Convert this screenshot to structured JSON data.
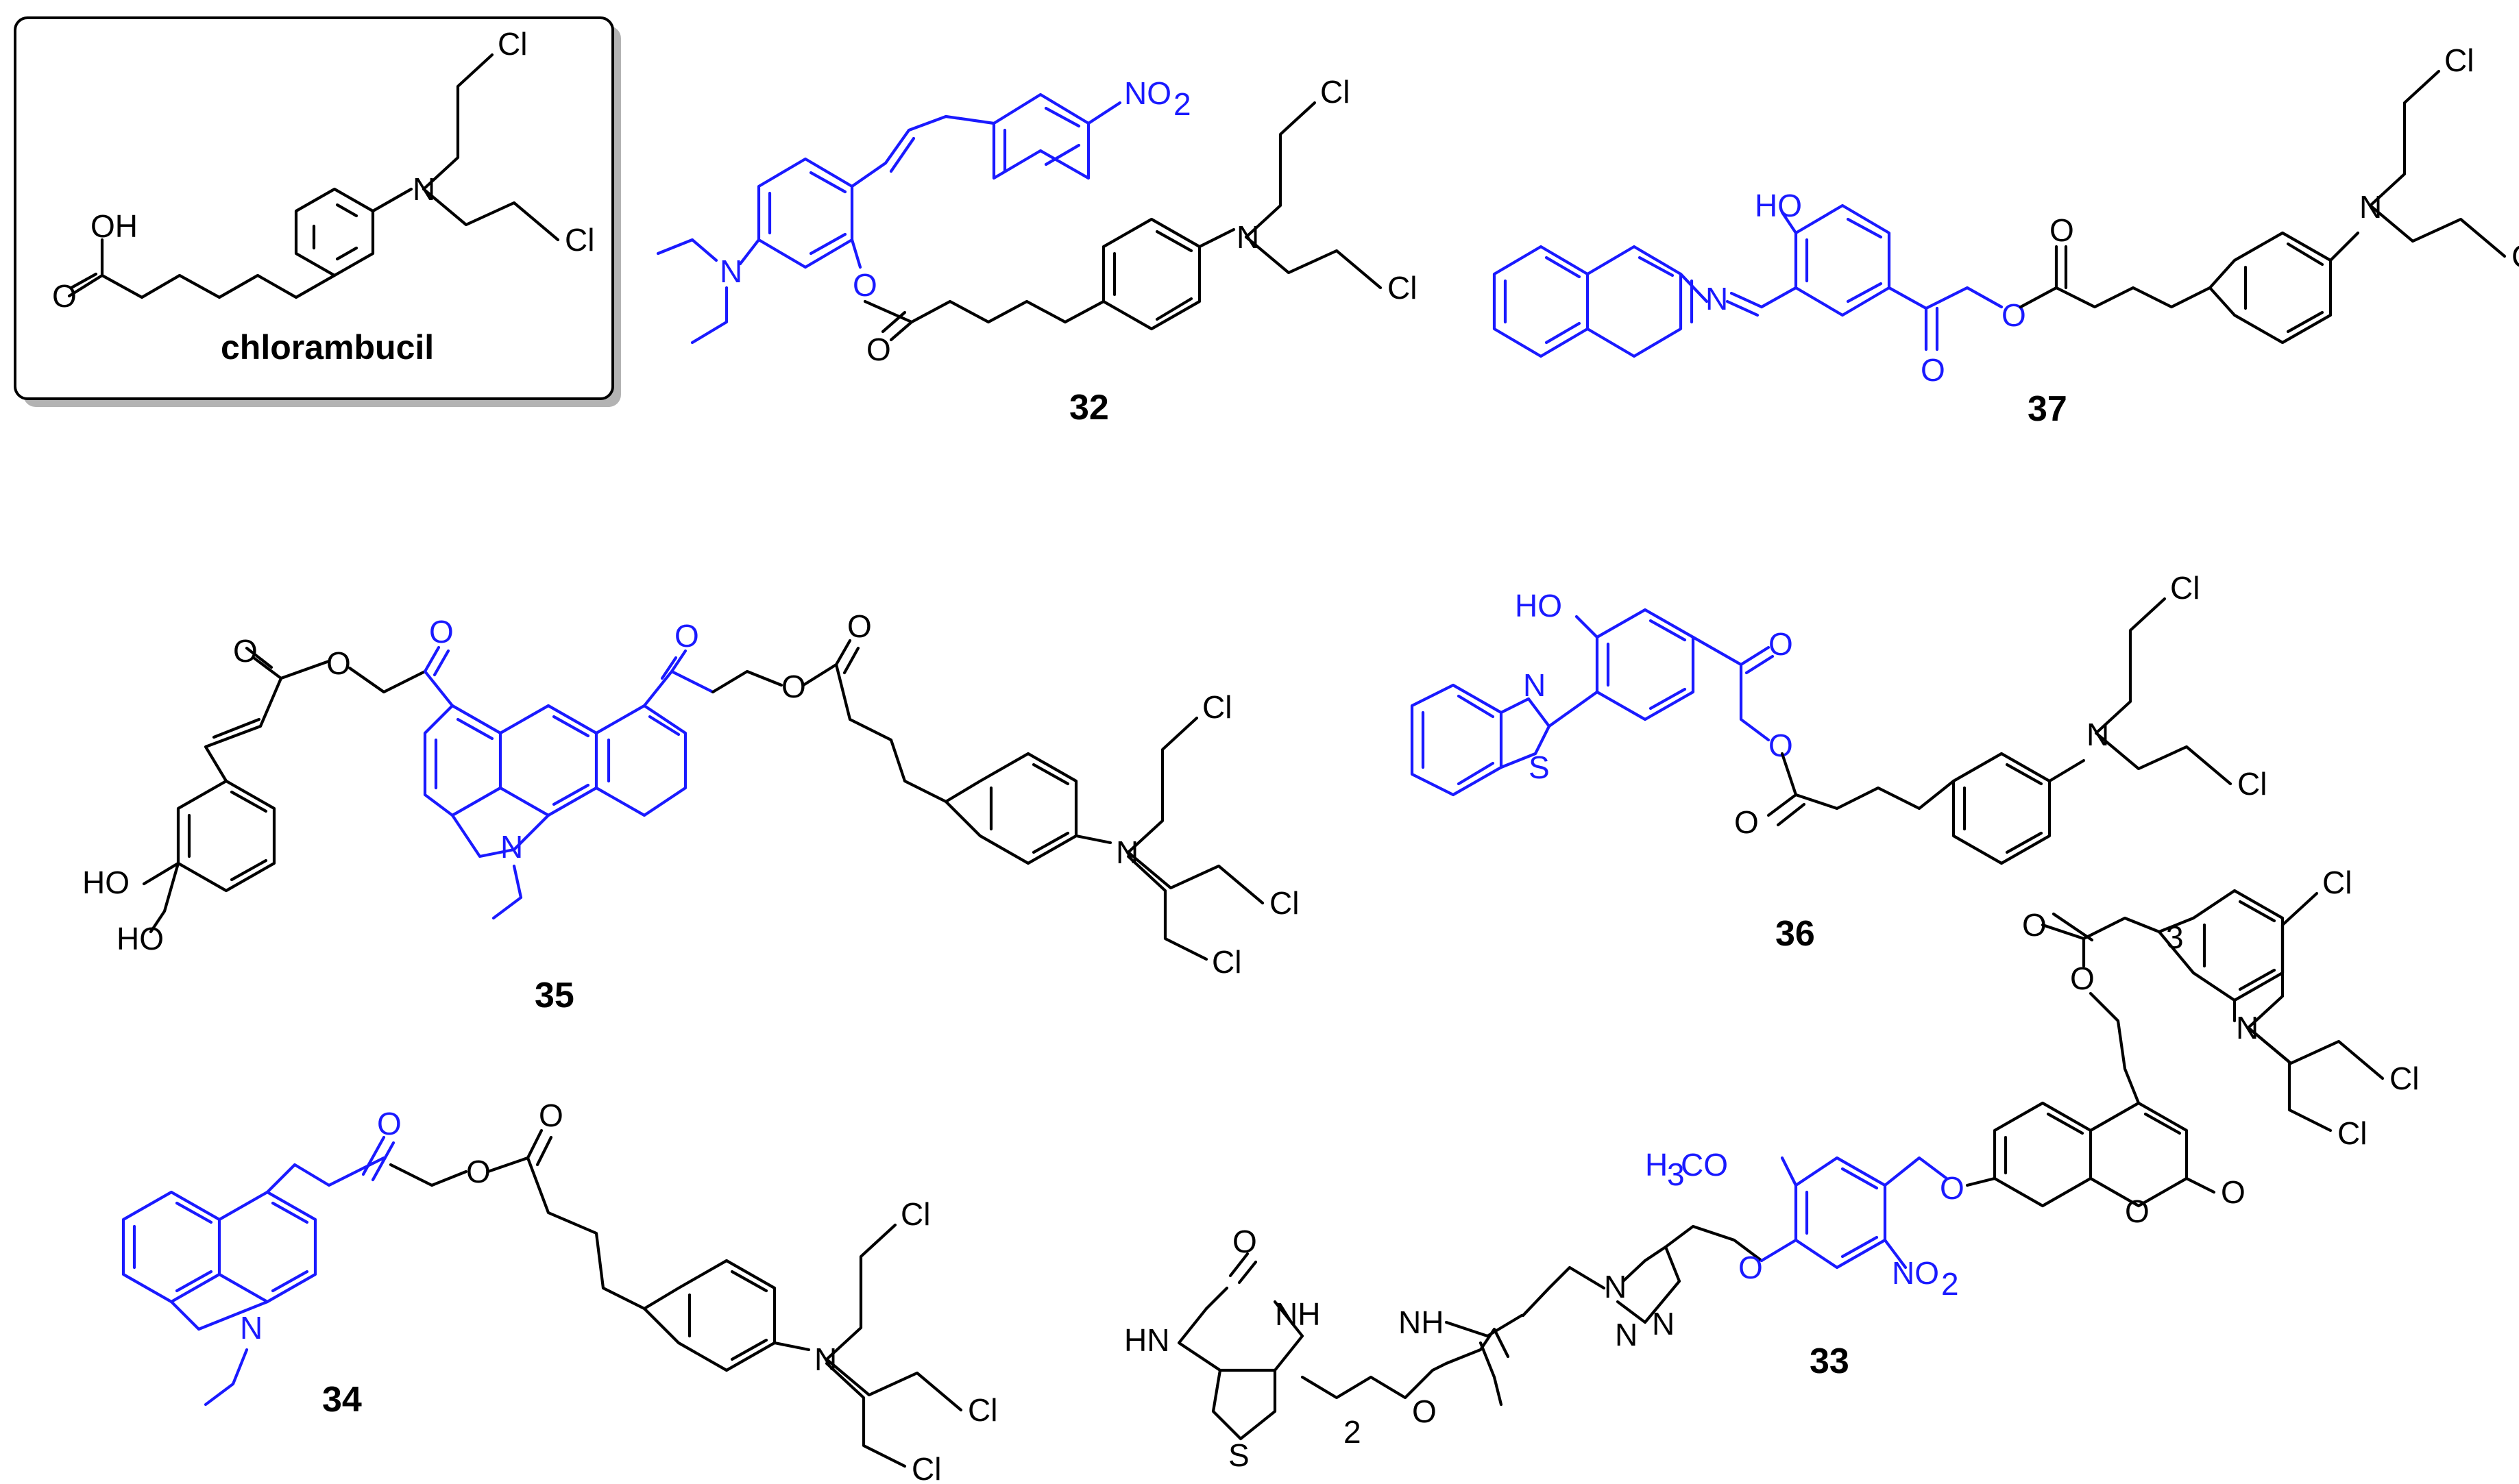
{
  "labels": {
    "chlorambucil": "chlorambucil",
    "c32": "32",
    "c33": "33",
    "c34": "34",
    "c35": "35",
    "c36": "36",
    "c37": "37"
  },
  "atoms": {
    "Cl": "Cl",
    "N": "N",
    "O": "O",
    "OH": "OH",
    "HO": "HO",
    "S": "S",
    "NH": "NH",
    "HN": "HN",
    "NO2_main": "NO",
    "sub2": "2",
    "sub3": "3",
    "H3CO_H": "H",
    "H3CO_rest": "CO"
  },
  "colors": {
    "highlight": "#1a1aff",
    "scaffold": "#000000",
    "box_shadow": "#b3b3b3"
  }
}
